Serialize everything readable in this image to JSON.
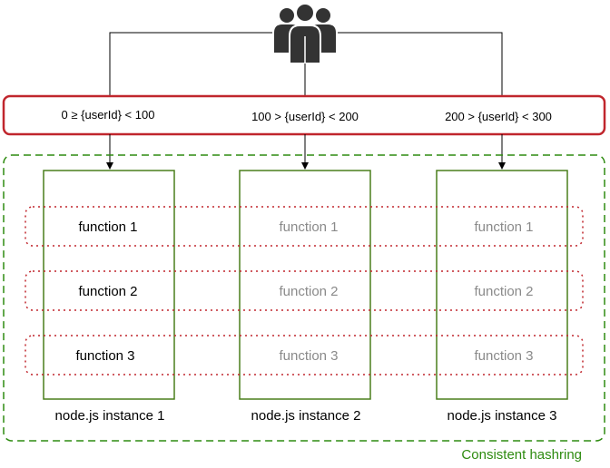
{
  "colors": {
    "users_icon": "#333333",
    "router_border": "#c0262d",
    "hashring_border": "#2e8b10",
    "instance_border": "#4a7f1c",
    "function_row_border": "#c0262d",
    "inactive_text": "#8a8a8a"
  },
  "users_icon": "users-group-icon",
  "ranges": [
    "0 ≥ {userId} < 100",
    "100 > {userId} < 200",
    "200 > {userId} < 300"
  ],
  "instances": [
    {
      "label": "node.js instance 1",
      "functions": [
        "function 1",
        "function 2",
        "function 3"
      ]
    },
    {
      "label": "node.js instance 2",
      "functions": [
        "function 1",
        "function 2",
        "function 3"
      ]
    },
    {
      "label": "node.js instance 3",
      "functions": [
        "function 1",
        "function 2",
        "function 3"
      ]
    }
  ],
  "hashring_label": "Consistent hashring"
}
